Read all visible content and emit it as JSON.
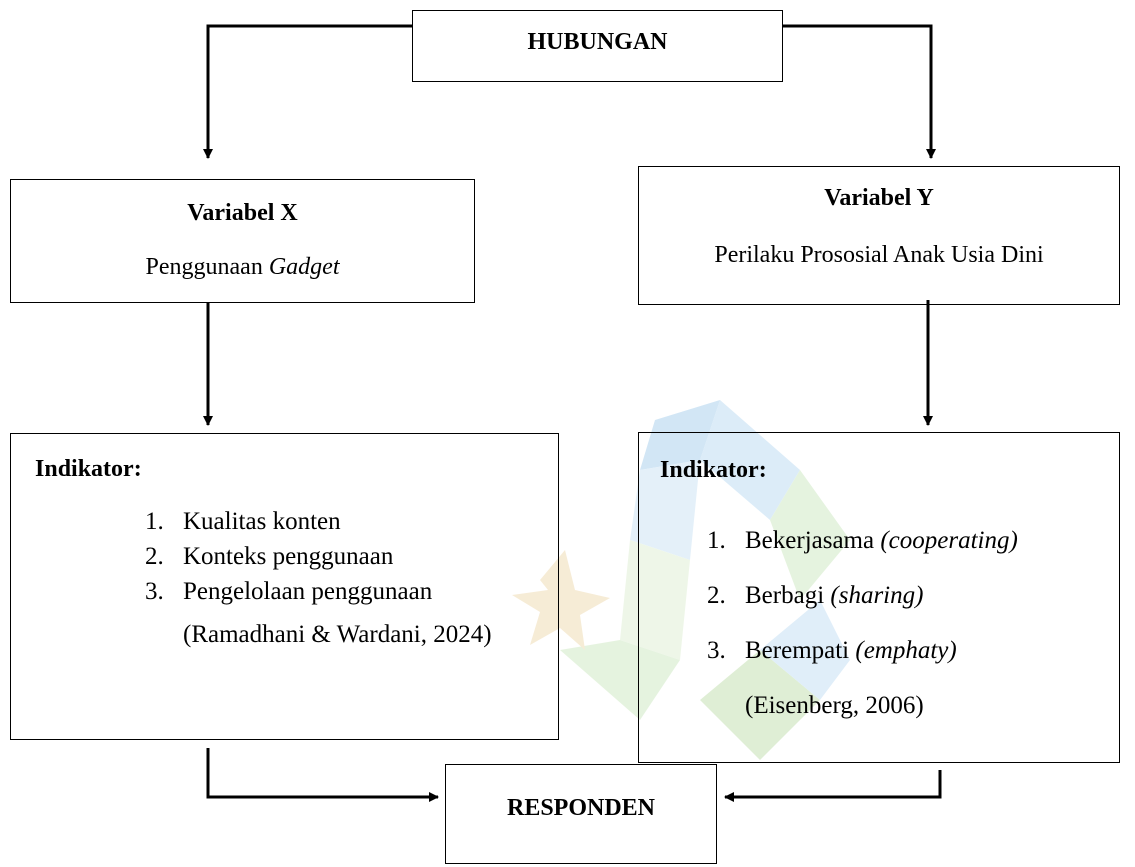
{
  "hubungan": {
    "label": "HUBUNGAN"
  },
  "variable_x": {
    "title": "Variabel X",
    "desc_prefix": "Penggunaan ",
    "desc_italic": "Gadget"
  },
  "variable_y": {
    "title": "Variabel Y",
    "desc": "Perilaku Prososial Anak Usia Dini"
  },
  "indicators_x": {
    "heading": "Indikator:",
    "items": [
      {
        "num": "1.",
        "text": "Kualitas konten"
      },
      {
        "num": "2.",
        "text": "Konteks penggunaan"
      },
      {
        "num": "3.",
        "text": "Pengelolaan penggunaan"
      }
    ],
    "reference": "(Ramadhani & Wardani, 2024)"
  },
  "indicators_y": {
    "heading": "Indikator:",
    "items": [
      {
        "num": "1.",
        "text": "Bekerjasama ",
        "italic": "(cooperating)"
      },
      {
        "num": "2.",
        "text": "Berbagi ",
        "italic": "(sharing)"
      },
      {
        "num": "3.",
        "text": "Berempati ",
        "italic": "(emphaty)"
      }
    ],
    "reference": "(Eisenberg, 2006)"
  },
  "responden": {
    "label": "RESPONDEN"
  }
}
